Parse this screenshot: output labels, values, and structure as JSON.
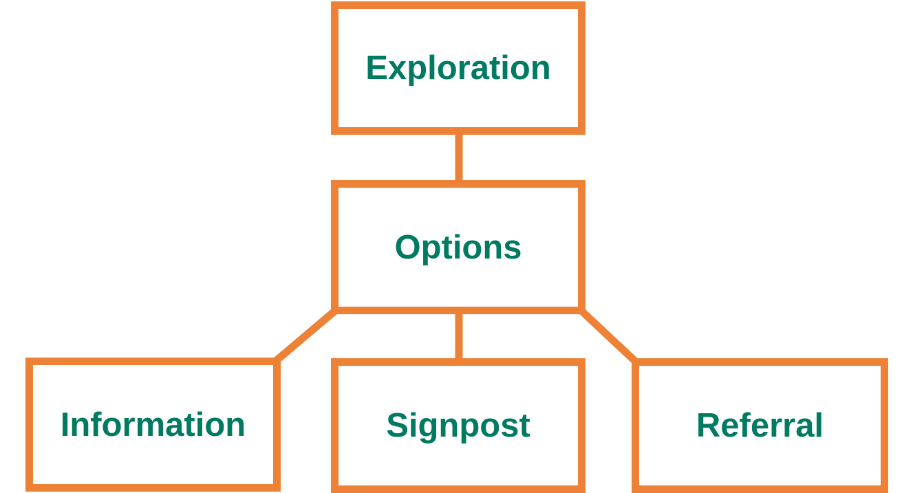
{
  "diagram": {
    "nodes": {
      "exploration": "Exploration",
      "options": "Options",
      "information": "Information",
      "signpost": "Signpost",
      "referral": "Referral"
    },
    "edges": [
      [
        "Exploration",
        "Options"
      ],
      [
        "Options",
        "Information"
      ],
      [
        "Options",
        "Signpost"
      ],
      [
        "Options",
        "Referral"
      ]
    ]
  },
  "colors": {
    "border": "#ed8136",
    "text": "#007a60",
    "background": "#ffffff"
  }
}
